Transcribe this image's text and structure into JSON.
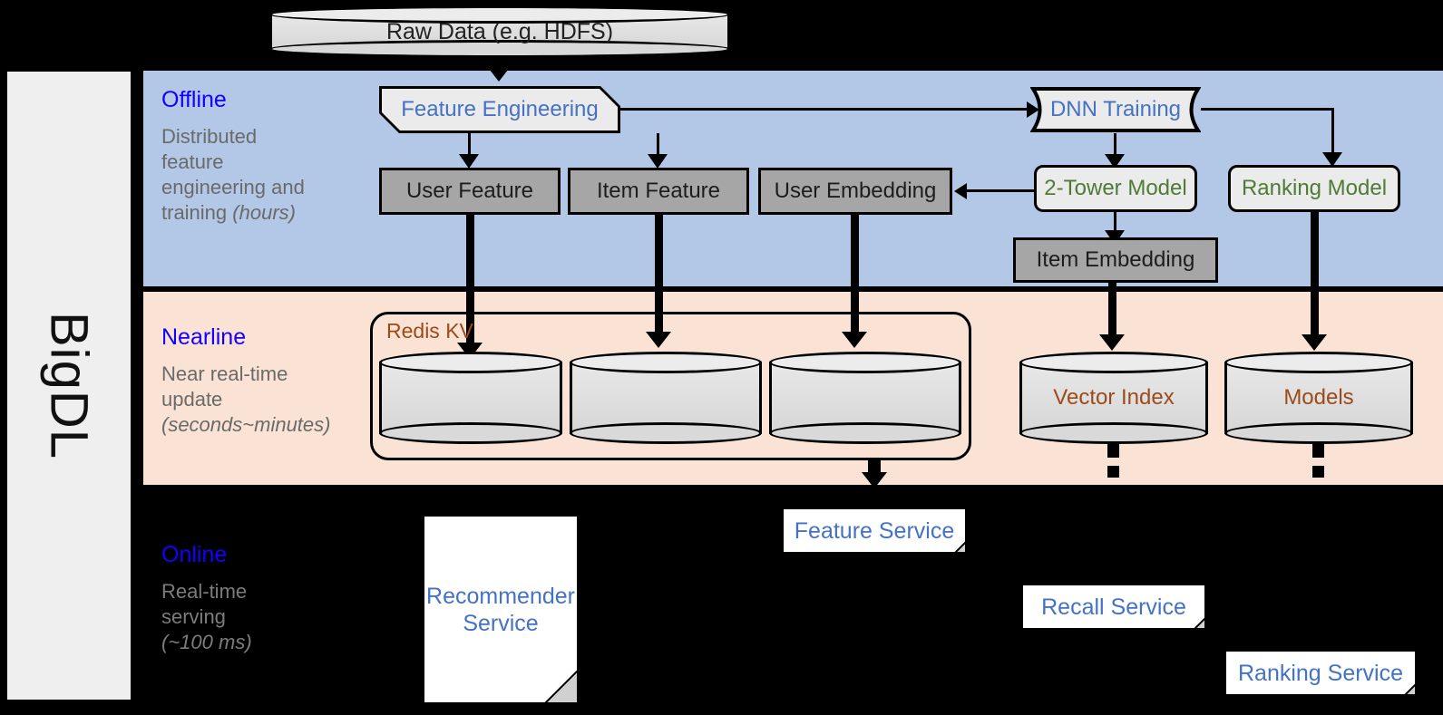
{
  "rail": {
    "label": "BigDL"
  },
  "source": {
    "label": "Raw Data (e.g. HDFS)"
  },
  "bands": [
    {
      "key": "offline",
      "title": "Offline",
      "subtitle": "Distributed feature engineering and ",
      "subtitle_em": "(hours)"
    },
    {
      "key": "nearline",
      "title": "Nearline",
      "subtitle": "Near real-time update ",
      "subtitle_em": "(seconds~minutes)"
    },
    {
      "key": "online",
      "title": "Online",
      "subtitle": "Real-time serving ",
      "subtitle_em": "(~100 ms)"
    }
  ],
  "offline": {
    "title": "Offline",
    "sub_line1": "Distributed",
    "sub_line2": "feature",
    "sub_line3": "engineering and",
    "sub_line4": "training ",
    "sub_em": "(hours)",
    "feature_engineering": "Feature Engineering",
    "dnn_training": "DNN Training",
    "user_feature": "User Feature",
    "item_feature": "Item Feature",
    "user_embedding": "User Embedding",
    "two_tower_model": "2-Tower Model",
    "ranking_model": "Ranking Model",
    "item_embedding": "Item Embedding"
  },
  "nearline": {
    "title": "Nearline",
    "sub_line1": "Near real-time",
    "sub_line2": "update",
    "sub_em": "(seconds~minutes)",
    "redis_kv": "Redis KV",
    "store_user_feature": "",
    "store_item_feature": "",
    "store_user_embedding": "",
    "vector_index": "Vector Index",
    "models": "Models"
  },
  "online": {
    "title": "Online",
    "sub_line1": "Real-time",
    "sub_line2": "serving",
    "sub_em": "(~100 ms)",
    "recommender_service_l1": "Recommender",
    "recommender_service_l2": "Service",
    "feature_service": "Feature Service",
    "recall_service": "Recall Service",
    "ranking_service": "Ranking Service"
  },
  "colors": {
    "offline_band": "#b3c7e6",
    "nearline_band": "#fae3d4",
    "online_band": "#000000",
    "rail": "#efefef",
    "band_title": "#1400ff",
    "band_subtitle": "#6a6a6a",
    "node_blue_text": "#4472c4",
    "node_green_text": "#4e7b36",
    "redis_label": "#9c4a1a",
    "store_label": "#9c4a1a",
    "gray_box": "#a6a6a6",
    "light_box": "#ebebeb"
  }
}
